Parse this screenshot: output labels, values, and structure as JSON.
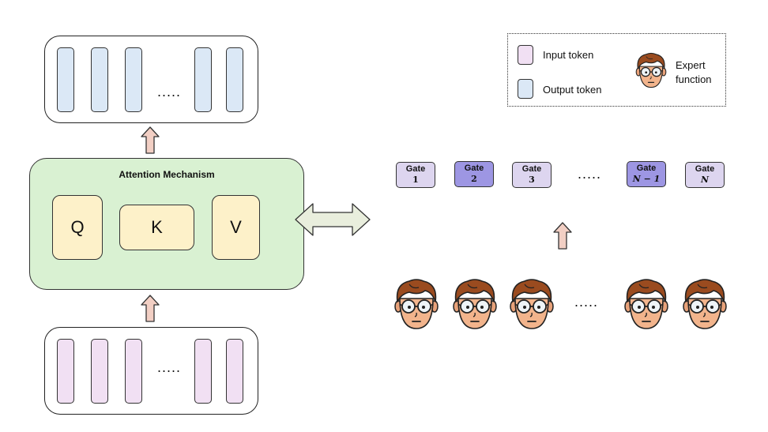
{
  "attention": {
    "title": "Attention Mechanism",
    "q": "Q",
    "k": "K",
    "v": "V"
  },
  "output_tokens": {
    "dots": "....."
  },
  "input_tokens": {
    "dots": "....."
  },
  "gates": [
    {
      "label": "Gate",
      "index": "1",
      "shade": "light"
    },
    {
      "label": "Gate",
      "index": "2",
      "shade": "dark"
    },
    {
      "label": "Gate",
      "index": "3",
      "shade": "light"
    },
    {
      "label": "Gate",
      "index": "N − 1",
      "shade": "dark"
    },
    {
      "label": "Gate",
      "index": "N",
      "shade": "light"
    }
  ],
  "gates_dots": ".....",
  "experts_dots": ".....",
  "legend": {
    "input_token": "Input token",
    "output_token": "Output token",
    "expert_line1": "Expert",
    "expert_line2": "function"
  },
  "colors": {
    "input_token": "#f1e0f3",
    "output_token": "#dbe8f6",
    "attention_bg": "#d9f1d2",
    "qkv_bg": "#fdf1c9",
    "gate_light": "#ddd5ef",
    "gate_dark": "#9d96e3",
    "up_arrow": "#f2cfc4",
    "double_arrow": "#e9eedd"
  },
  "icons": {
    "up_arrow": "up-arrow-icon",
    "double_arrow": "double-arrow-icon",
    "expert": "expert-face-icon"
  }
}
